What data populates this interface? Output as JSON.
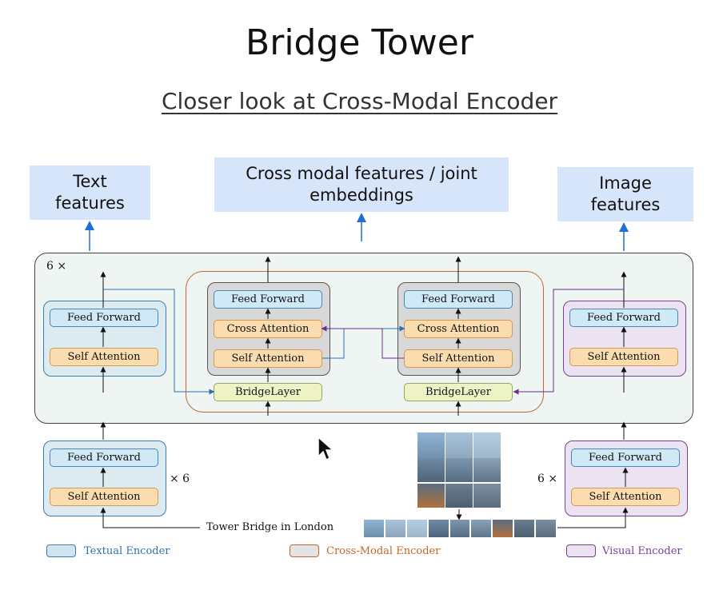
{
  "title": "Bridge Tower",
  "subtitle": "Closer look at Cross-Modal Encoder",
  "outputs": {
    "text": "Text\nfeatures",
    "cross": "Cross modal features / joint\nembeddings",
    "image": "Image\nfeatures"
  },
  "labels": {
    "top_repeat": "6 ×",
    "text_repeat": "× 6",
    "visual_repeat": "6 ×",
    "caption": "Tower Bridge in London"
  },
  "blocks": {
    "feed_forward": "Feed Forward",
    "self_attention": "Self Attention",
    "cross_attention": "Cross Attention",
    "bridge_layer": "BridgeLayer"
  },
  "legend": {
    "textual": "Textual Encoder",
    "cross": "Cross-Modal Encoder",
    "visual": "Visual Encoder"
  },
  "colors": {
    "textual": "#2f6fb0",
    "cross": "#c8652a",
    "visual": "#7a3d9a",
    "output_box": "#d7e5fa"
  }
}
